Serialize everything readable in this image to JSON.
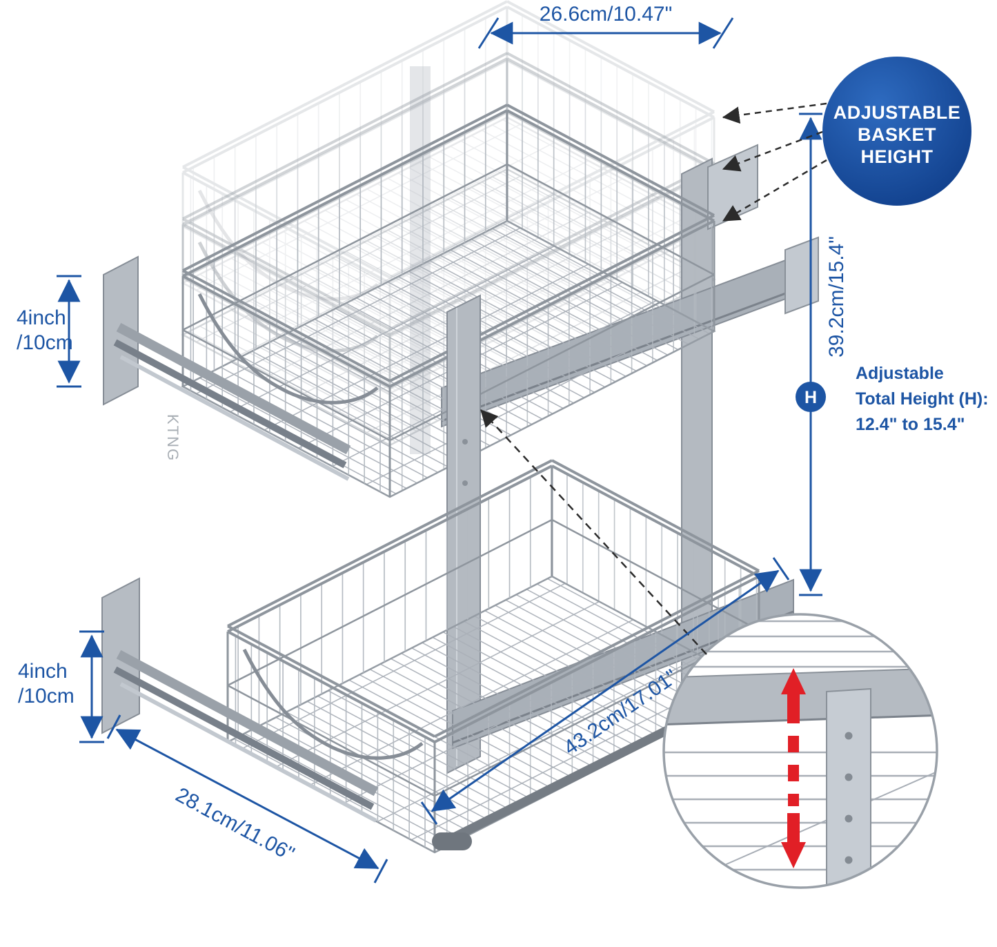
{
  "colors": {
    "dimension_blue": "#1d55a4",
    "badge_blue_dark": "#0d3a85",
    "badge_blue_light": "#2e6bc0",
    "arrow_red": "#e11f26",
    "wire_gray": "#9aa1a9"
  },
  "badge": {
    "line1": "ADJUSTABLE",
    "line2": "BASKET",
    "line3": "HEIGHT"
  },
  "annotations": {
    "top_width": "26.6cm/10.47\"",
    "upper_basket_height": {
      "line1": "4inch",
      "line2": "/10cm"
    },
    "lower_basket_height": {
      "line1": "4inch",
      "line2": "/10cm"
    },
    "total_height": "39.2cm/15.4\"",
    "height_marker": "H",
    "note": {
      "line1": "Adjustable",
      "line2": "Total Height (H):",
      "line3": "12.4\" to 15.4\""
    },
    "bottom_width": "28.1cm/11.06\"",
    "depth": "43.2cm/17.01\""
  },
  "watermark": "KTNG"
}
